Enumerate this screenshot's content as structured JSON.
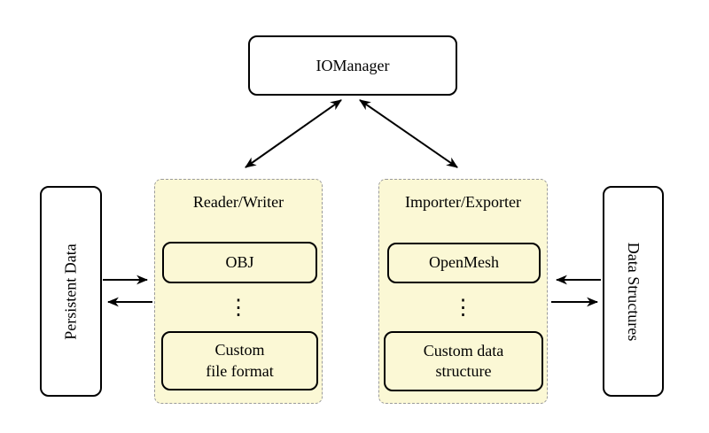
{
  "diagram": {
    "iomanager": {
      "label": "IOManager"
    },
    "left_panel": {
      "label": "Persistent Data"
    },
    "right_panel": {
      "label": "Data Structures"
    },
    "reader_writer": {
      "title": "Reader/Writer",
      "item_top": "OBJ",
      "dots": "⋮",
      "item_bottom": "Custom\nfile format"
    },
    "importer_exporter": {
      "title": "Importer/Exporter",
      "item_top": "OpenMesh",
      "dots": "⋮",
      "item_bottom": "Custom data\nstructure"
    },
    "colors": {
      "group_fill": "#fbf8d5",
      "group_border": "#9b9b9b",
      "node_fill": "#ffffff",
      "stroke": "#000000"
    }
  }
}
